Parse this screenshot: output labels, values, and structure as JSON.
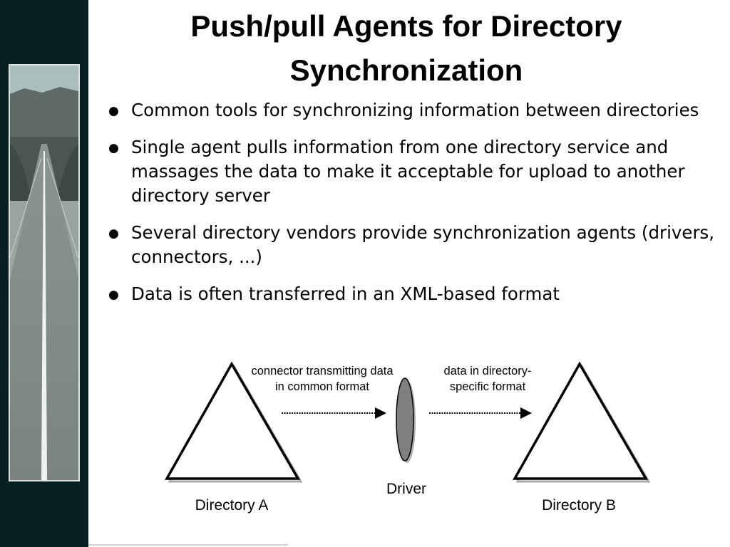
{
  "title": "Push/pull Agents for Directory Synchronization",
  "bullets": [
    "Common tools for synchronizing information between directories",
    "Single agent pulls information from one directory service and massages the data to make it acceptable for upload to another directory server",
    "Several directory vendors provide synchronization agents (drivers, connectors, ...)",
    "Data is often transferred in an XML-based format"
  ],
  "bullet_glyph": "●",
  "diagram": {
    "left_arrow_label": "connector transmitting data in common format",
    "right_arrow_label": "data in directory-specific format",
    "directory_a": "Directory A",
    "directory_b": "Directory B",
    "driver": "Driver"
  },
  "colors": {
    "side_band": "#06201f",
    "driver_fill": "#808080"
  }
}
